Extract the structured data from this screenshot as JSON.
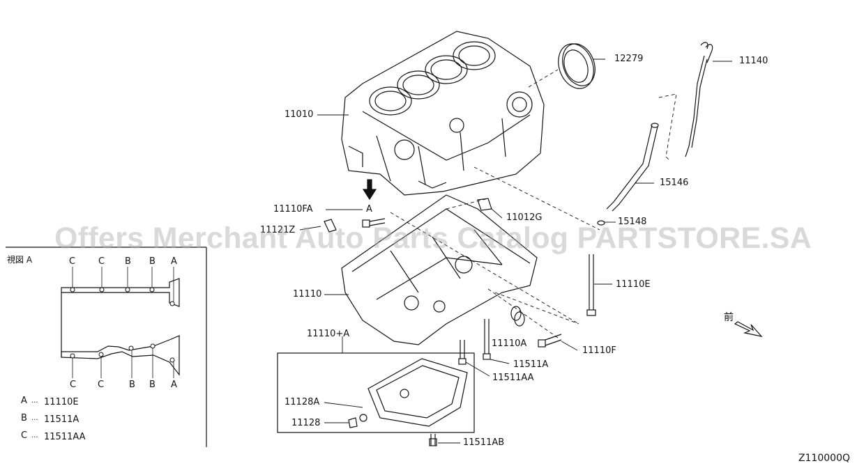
{
  "diagram": {
    "code": "Z110000Q",
    "watermark": "Offers Merchant Auto Parts Catalog PARTSTORE.SA",
    "view_a_title": "視図 A",
    "arrow_letter": "A",
    "front_mark": "前",
    "parts": {
      "p12279": "12279",
      "p11140": "11140",
      "p11010": "11010",
      "p15146": "15146",
      "p11110FA": "11110FA",
      "p11012G": "11012G",
      "p11121Z": "11121Z",
      "p15148": "15148",
      "p11110": "11110",
      "p11110E": "11110E",
      "p11110plusA": "11110+A",
      "p11110A": "11110A",
      "p11110F": "11110F",
      "p11511A": "11511A",
      "p11511AA": "11511AA",
      "p11128A": "11128A",
      "p11128": "11128",
      "p11511AB": "11511AB"
    },
    "view_letters_top": [
      "C",
      "C",
      "B",
      "B",
      "A"
    ],
    "view_letters_bottom": [
      "C",
      "C",
      "B",
      "B",
      "A"
    ],
    "legend": [
      {
        "letter": "A",
        "code": "11110E"
      },
      {
        "letter": "B",
        "code": "11511A"
      },
      {
        "letter": "C",
        "code": "11511AA"
      }
    ]
  }
}
